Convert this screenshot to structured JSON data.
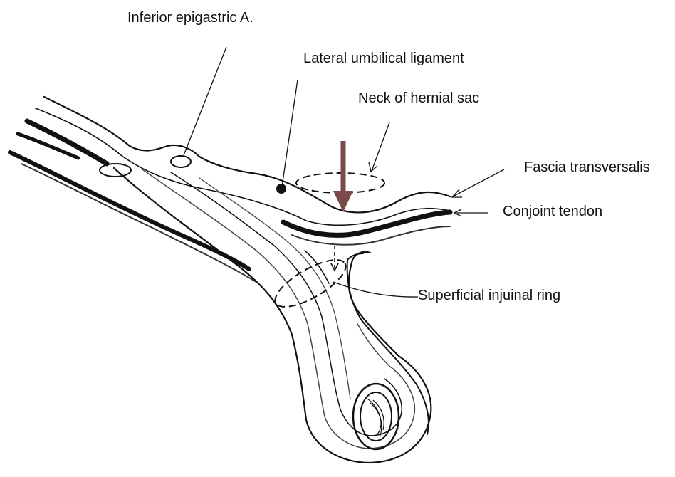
{
  "labels": {
    "inferior_epigastric": "Inferior epigastric A.",
    "lateral_umbilical": "Lateral umbilical ligament",
    "neck_sac": "Neck of hernial sac",
    "fascia_transversalis": "Fascia transversalis",
    "conjoint_tendon": "Conjoint tendon",
    "superficial_ring": "Superficial injuinal ring"
  },
  "colors": {
    "ink": "#111111",
    "arrow_red": "#7a4a4a",
    "background": "#ffffff"
  }
}
